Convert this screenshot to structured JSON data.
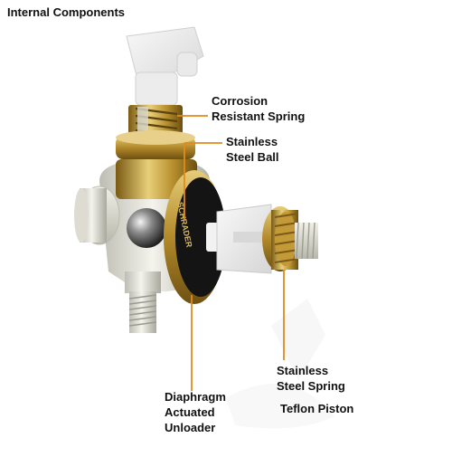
{
  "title": "Internal Components",
  "product_marking": "SCHRADER",
  "callouts": {
    "corrosion_spring": [
      "Corrosion",
      "Resistant Spring"
    ],
    "steel_ball": [
      "Stainless",
      "Steel Ball"
    ],
    "steel_spring": [
      "Stainless",
      "Steel Spring"
    ],
    "teflon_piston": "Teflon Piston",
    "diaphragm": [
      "Diaphragm",
      "Actuated",
      "Unloader"
    ]
  },
  "colors": {
    "leader_line": "#e08a1e",
    "brass": "#c9a64a",
    "text": "#111111"
  }
}
